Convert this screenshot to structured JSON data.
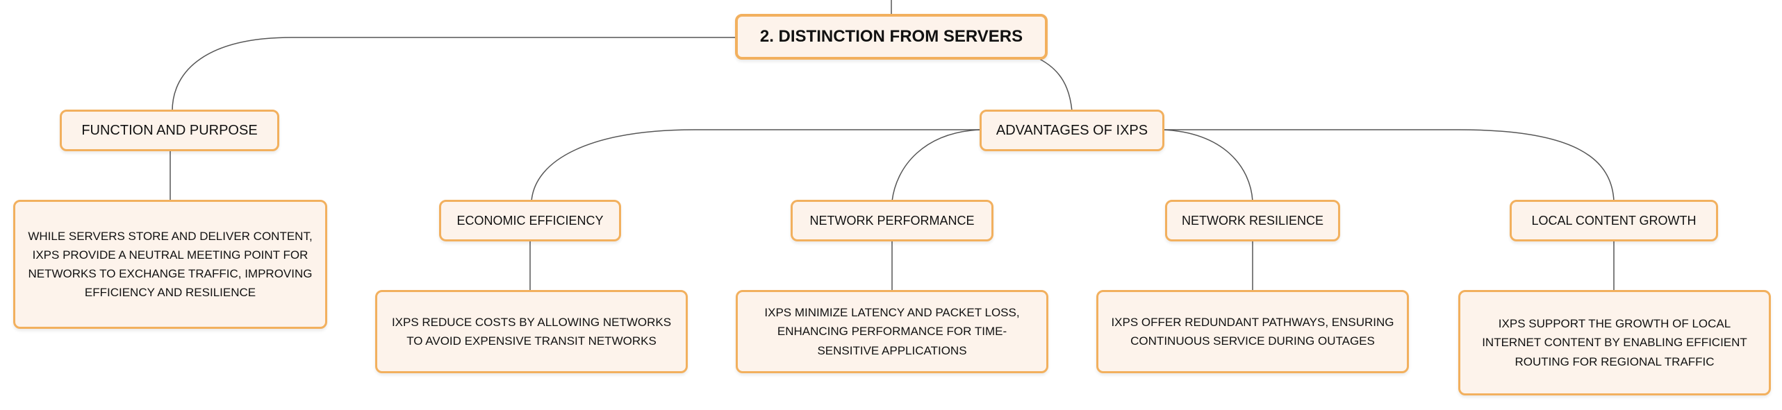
{
  "root": {
    "label": "2. Distinction from Servers"
  },
  "function": {
    "label": "Function and Purpose",
    "detail": "While servers store and deliver content, IXPs provide a neutral meeting point for networks to exchange traffic, improving efficiency and resilience"
  },
  "advantages": {
    "label": "Advantages of IXPs",
    "items": [
      {
        "label": "Economic Efficiency",
        "detail": "IXPs reduce costs by allowing networks to avoid expensive transit networks"
      },
      {
        "label": "Network Performance",
        "detail": "IXPs minimize latency and packet loss, enhancing performance for time-sensitive applications"
      },
      {
        "label": "Network Resilience",
        "detail": "IXPs offer redundant pathways, ensuring continuous service during outages"
      },
      {
        "label": "Local Content Growth",
        "detail": "IXPs support the growth of local internet content by enabling efficient routing for regional traffic"
      }
    ]
  },
  "colors": {
    "border": "#f2b05e",
    "fill": "#fdf3eb",
    "line": "#555555"
  }
}
